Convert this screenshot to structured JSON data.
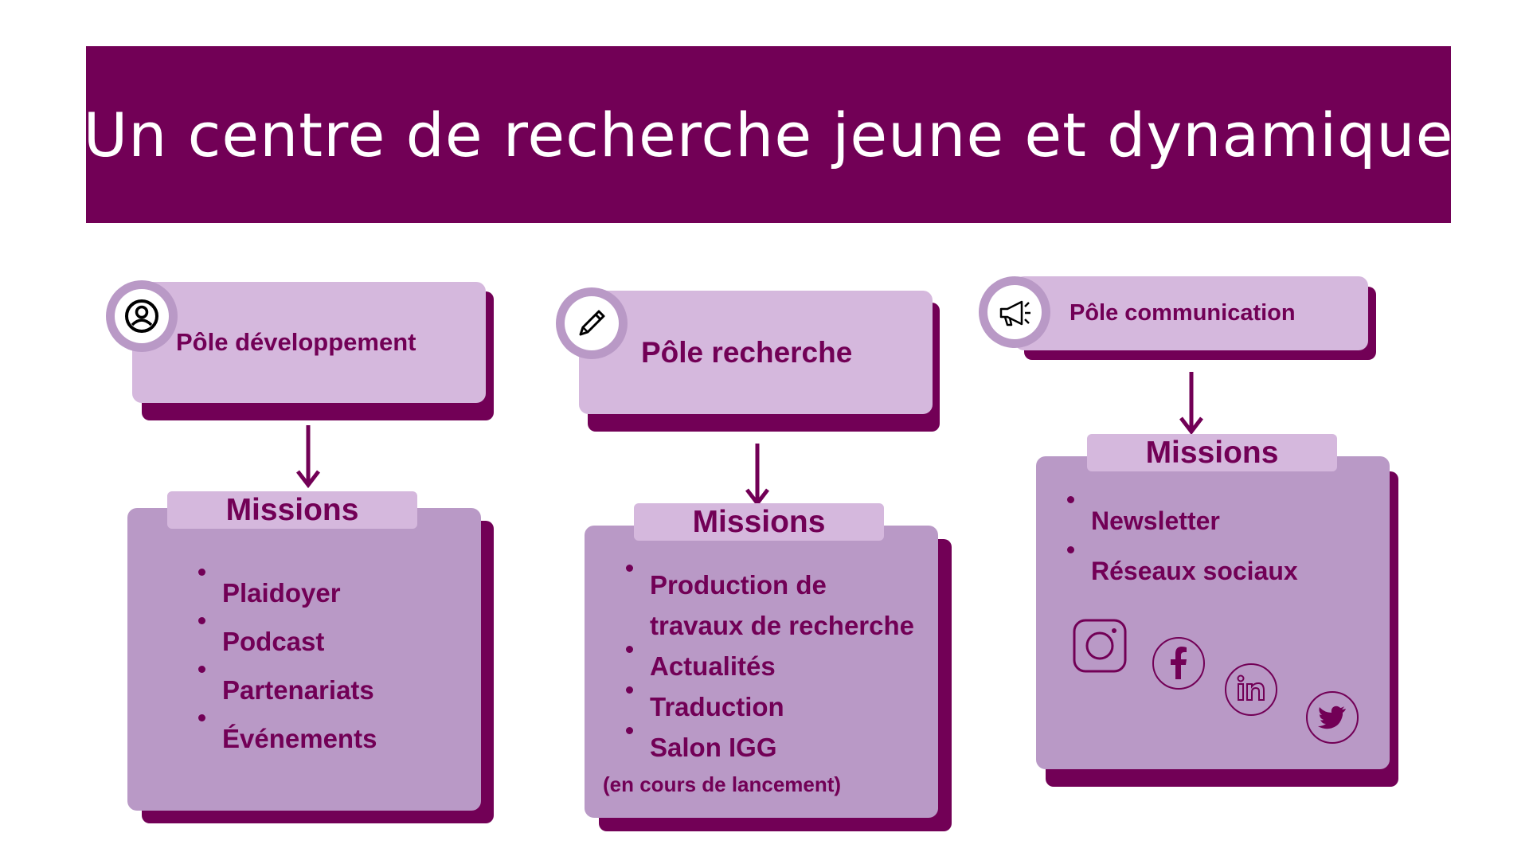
{
  "title": "Un centre de recherche jeune et dynamique",
  "colors": {
    "primary": "#720056",
    "light": "#d5b8dd",
    "medium": "#b999c6",
    "white": "#ffffff"
  },
  "poles": [
    {
      "label": "Pôle développement",
      "icon": "user-circle-icon",
      "missions_title": "Missions",
      "missions": [
        "Plaidoyer",
        "Podcast",
        "Partenariats",
        "Événements"
      ]
    },
    {
      "label": "Pôle recherche",
      "icon": "pencil-icon",
      "missions_title": "Missions",
      "missions": [
        "Production de",
        "travaux de recherche",
        "Actualités",
        "Traduction",
        "Salon IGG"
      ],
      "note": "(en cours de lancement)"
    },
    {
      "label": "Pôle communication",
      "icon": "megaphone-icon",
      "missions_title": "Missions",
      "missions": [
        "Newsletter",
        "Réseaux sociaux"
      ],
      "social_icons": [
        "instagram-icon",
        "facebook-icon",
        "linkedin-icon",
        "twitter-icon"
      ]
    }
  ]
}
